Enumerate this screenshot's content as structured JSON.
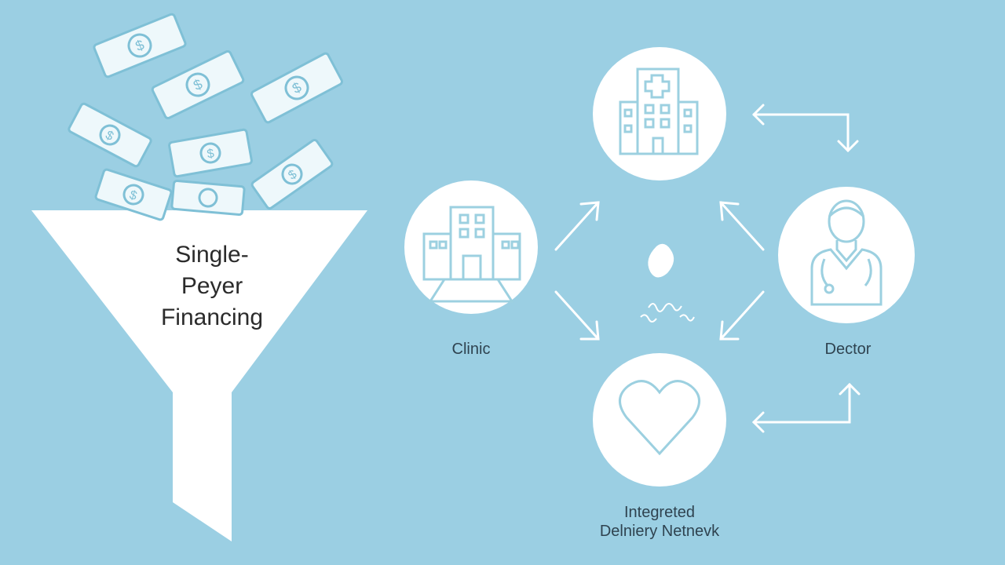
{
  "funnel": {
    "lines": [
      "Single-",
      "Peyer",
      "Financing"
    ]
  },
  "nodes": {
    "clinic": "Clinic",
    "doctor": "Dector",
    "network_line1": "Integreted",
    "network_line2": "Delniery Netnevk"
  },
  "icons": {
    "money": "banknote-icon",
    "funnel": "funnel-icon",
    "hospital": "hospital-building-icon",
    "clinic": "clinic-building-icon",
    "doctor": "doctor-icon",
    "heart": "heart-icon",
    "center": "heart-organ-icon"
  },
  "colors": {
    "background": "#9bcfe3",
    "white": "#ffffff",
    "icon_stroke": "#9cd0e0",
    "arrow": "#ffffff",
    "text": "#2f4350"
  }
}
